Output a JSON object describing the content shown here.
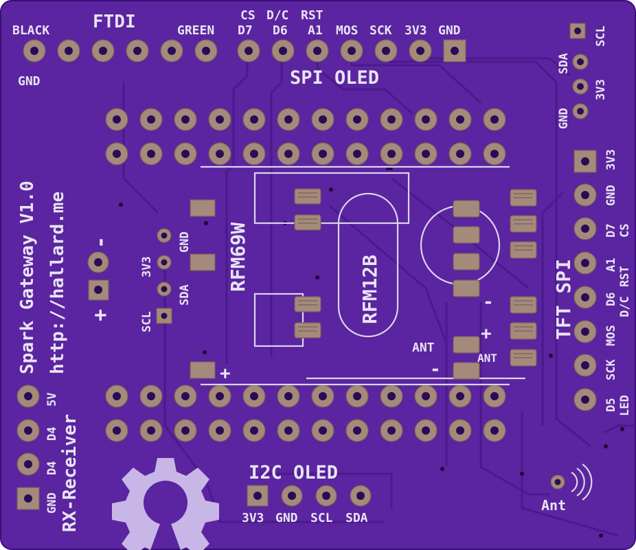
{
  "board": {
    "colors": {
      "pcb": "#5b24a0",
      "pcb_edge": "#3c0f78",
      "silkscreen": "#e8e4f2",
      "copper": "#a48a7b",
      "trace": "#4a1a8c",
      "logo": "#c8b6e6"
    }
  },
  "top": {
    "ftdi": "FTDI",
    "black": "BLACK",
    "green": "GREEN",
    "gnd": "GND",
    "cs": "CS",
    "dc": "D/C",
    "rst": "RST",
    "pins": [
      "D7",
      "D6",
      "A1",
      "MOS",
      "SCK",
      "3V3",
      "GND"
    ],
    "spi_oled": "SPI OLED"
  },
  "right_i2c": {
    "scl": "SCL",
    "sda": "SDA",
    "v3v3": "3V3",
    "gnd": "GND"
  },
  "tft": {
    "title": "TFT SPI",
    "inner_labels": [
      "3V3",
      "GND",
      "D7",
      "A1",
      "D6",
      "MOS",
      "SCK",
      "D5"
    ],
    "outer_labels": [
      "",
      "",
      "CS",
      "RST",
      "D/C",
      "",
      "",
      "LED"
    ]
  },
  "left": {
    "title": "Spark Gateway V1.0",
    "url": "http://hallard.me",
    "rx_receiver": "RX-Receiver",
    "rx_pins": [
      "5V",
      "D4",
      "D4",
      "GND"
    ],
    "minus": "-",
    "plus": "+"
  },
  "left_i2c": {
    "v3v3": "3V3",
    "gnd": "GND",
    "sda": "SDA",
    "scl": "SCL"
  },
  "center": {
    "rfm69": "RFM69W",
    "rfm12": "RFM12B",
    "ant1": "ANT",
    "ant2": "ANT",
    "plus": "+",
    "minus": "-",
    "minus2": "-",
    "plus2": "+"
  },
  "bottom": {
    "i2c_oled": "I2C OLED",
    "pins": [
      "3V3",
      "GND",
      "SCL",
      "SDA"
    ],
    "ant": "Ant"
  }
}
